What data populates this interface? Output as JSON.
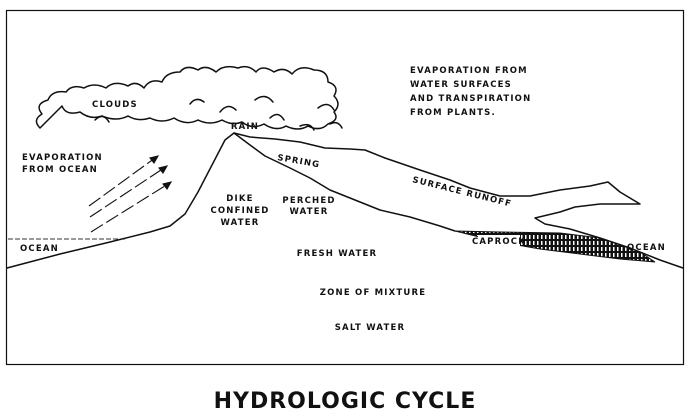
{
  "title": "HYDROLOGIC CYCLE",
  "labels": {
    "clouds": "CLOUDS",
    "evap_water_lines": [
      "EVAPORATION FROM",
      "WATER SURFACES",
      "AND TRANSPIRATION",
      "FROM PLANTS."
    ],
    "rain": "RAIN",
    "evap_ocean_lines": [
      "EVAPORATION",
      "FROM OCEAN"
    ],
    "spring": "SPRING",
    "dike_lines": [
      "DIKE",
      "CONFINED",
      "WATER"
    ],
    "perched_lines": [
      "PERCHED",
      "WATER"
    ],
    "surface_runoff": "SURFACE  RUNOFF",
    "ocean_left": "OCEAN",
    "ocean_right": "OCEAN",
    "caprock": "CAPROCK",
    "fresh_water": "FRESH WATER",
    "zone_of_mixture": "ZONE OF MIXTURE",
    "salt_water": "SALT WATER"
  }
}
